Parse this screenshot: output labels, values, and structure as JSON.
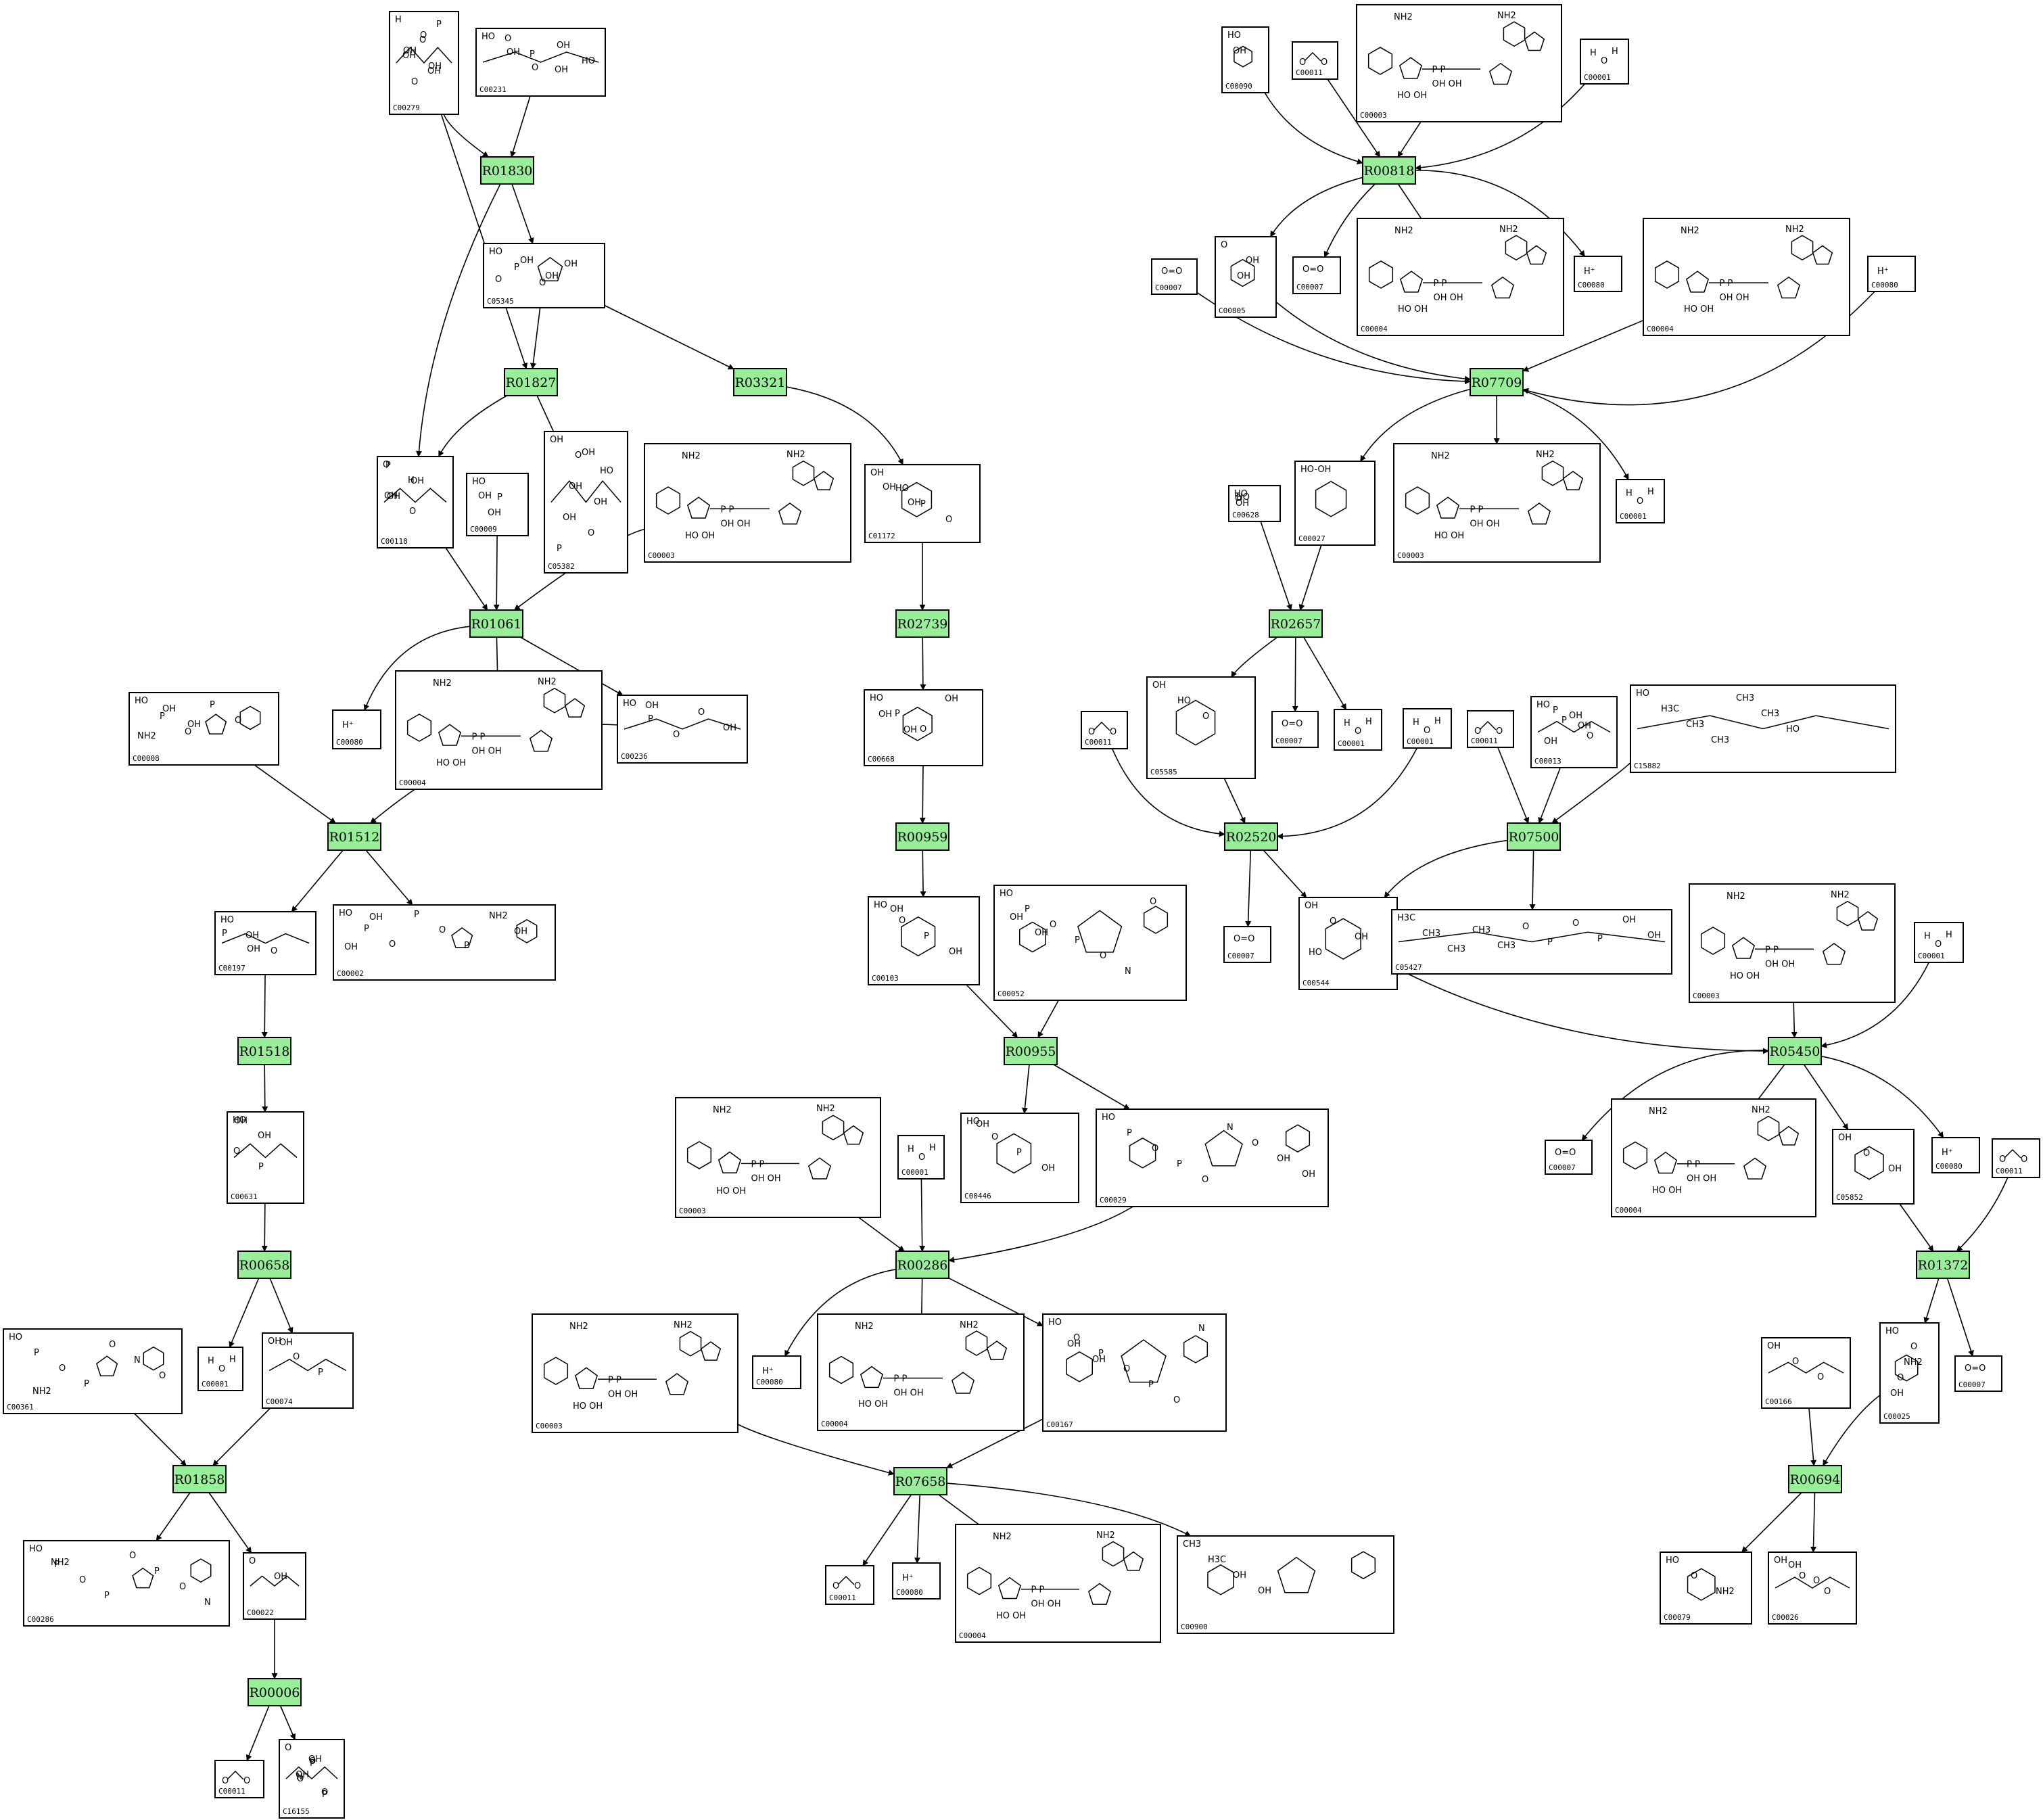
{
  "reactions": [
    "R01830",
    "R01827",
    "R03321",
    "R01061",
    "R02739",
    "R01512",
    "R00959",
    "R01518",
    "R00955",
    "R00658",
    "R00286",
    "R01858",
    "R07658",
    "R00006",
    "R00818",
    "R07709",
    "R02657",
    "R02520",
    "R07500",
    "R05450",
    "R01372",
    "R00694"
  ],
  "compounds": [
    {
      "label": "C00279",
      "text": "H O OH OH O P O OH OH"
    },
    {
      "label": "C00231",
      "text": "HO OH O OH HO O P OH"
    },
    {
      "label": "C05345",
      "text": "HO P O OH O OH OH"
    },
    {
      "label": "C00118",
      "text": "O H OH O P OH OH"
    },
    {
      "label": "C00009",
      "text": "HO P OH OH"
    },
    {
      "label": "C05382",
      "text": "OH O HO OH OH OH O P OH"
    },
    {
      "label": "C00003",
      "text": "NH2 NH2 N N N P P OH OH HO OH"
    },
    {
      "label": "C01172",
      "text": "OH HO P O OH OH"
    },
    {
      "label": "C00080",
      "text": "H+"
    },
    {
      "label": "C00004",
      "text": "NH2 NH2 N N N P P OH OH HO OH"
    },
    {
      "label": "C00236",
      "text": "HO P O O OH OH"
    },
    {
      "label": "C00008",
      "text": "HO P O P O NH2 OH OH"
    },
    {
      "label": "C00668",
      "text": "HO P O OH OH OH"
    },
    {
      "label": "C00197",
      "text": "HO OH O P OH"
    },
    {
      "label": "C00002",
      "text": "HO P O P O P NH2 OH OH OH"
    },
    {
      "label": "C00103",
      "text": "HO O P OH OH"
    },
    {
      "label": "C00052",
      "text": "HO P O P O N O OH OH"
    },
    {
      "label": "C00631",
      "text": "HO OH O P OH"
    },
    {
      "label": "C00446",
      "text": "HO O P OH OH"
    },
    {
      "label": "C00029",
      "text": "HO P O P O N O OH OH"
    },
    {
      "label": "C00001",
      "text": "H O H"
    },
    {
      "label": "C00074",
      "text": "OH O P OH"
    },
    {
      "label": "C00361",
      "text": "HO P O P O N O NH2"
    },
    {
      "label": "C00167",
      "text": "HO O P O P O N OH OH"
    },
    {
      "label": "C00286",
      "text": "HO P O P O P O N NH2"
    },
    {
      "label": "C00022",
      "text": "O OH"
    },
    {
      "label": "C00011",
      "text": "O C O"
    },
    {
      "label": "C00900",
      "text": "CH3 H3C OH OH"
    },
    {
      "label": "C16155",
      "text": "O P O P O N O OH OH"
    },
    {
      "label": "C00090",
      "text": "HO OH"
    },
    {
      "label": "C00007",
      "text": "O=O"
    },
    {
      "label": "C00805",
      "text": "O OH OH"
    },
    {
      "label": "C00628",
      "text": "HO O OH HO"
    },
    {
      "label": "C00027",
      "text": "HO-OH"
    },
    {
      "label": "C05585",
      "text": "OH HO O"
    },
    {
      "label": "C00013",
      "text": "HO P O P OH OH OH"
    },
    {
      "label": "C15882",
      "text": "HO H3C CH3 CH3 CH3 CH3 HO"
    },
    {
      "label": "C00544",
      "text": "OH O OH HO"
    },
    {
      "label": "C05427",
      "text": "H3C CH3 CH3 CH3 CH3 O P O P OH OH"
    },
    {
      "label": "C05852",
      "text": "OH O OH"
    },
    {
      "label": "C00166",
      "text": "OH O O"
    },
    {
      "label": "C00025",
      "text": "HO O NH2 O OH"
    },
    {
      "label": "C00079",
      "text": "HO O NH2"
    },
    {
      "label": "C00026",
      "text": "OH O O OH O"
    }
  ]
}
